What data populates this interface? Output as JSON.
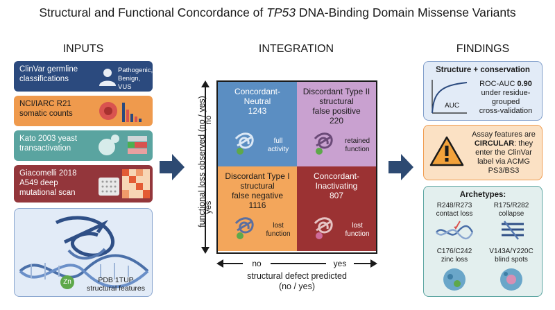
{
  "title": {
    "pre": "Structural and Functional Concordance of ",
    "gene": "TP53",
    "post": " DNA-Binding Domain Missense Variants"
  },
  "columns": {
    "inputs": "INPUTS",
    "integration": "INTEGRATION",
    "findings": "FINDINGS"
  },
  "inputs": {
    "clinvar": {
      "line1": "ClinVar germline",
      "line2": "classifications",
      "side1": "Pathogenic,",
      "side2": "Benign, VUS"
    },
    "iarc": {
      "line1": "NCI/IARC R21",
      "line2": "somatic counts"
    },
    "kato": {
      "line1": "Kato 2003 yeast",
      "line2": "transactivation"
    },
    "giacomelli": {
      "line1": "Giacomelli 2018",
      "line2": "A549 deep",
      "line3": "mutational scan"
    },
    "structure": {
      "zn": "Zn",
      "line1": "PDB 1TUP",
      "line2": "structural features"
    }
  },
  "matrix": {
    "y_label": "functional loss observed (no / yes)",
    "y_no": "no",
    "y_yes": "yes",
    "x_no": "no",
    "x_yes": "yes",
    "x_label1": "structural defect predicted",
    "x_label2": "(no / yes)",
    "quadrants": {
      "cn": {
        "l1": "Concordant-",
        "l2": "Neutral",
        "num": "1243",
        "s1": "full",
        "s2": "activity"
      },
      "d2": {
        "l1": "Discordant Type II",
        "l2": "structural",
        "l3": "false positive",
        "num": "220",
        "s1": "retained",
        "s2": "function"
      },
      "d1": {
        "l1": "Discordant Type I",
        "l2": "structural",
        "l3": "false negative",
        "num": "1116",
        "s1": "lost",
        "s2": "function"
      },
      "ci": {
        "l1": "Concordant-",
        "l2": "Inactivating",
        "num": "807",
        "s1": "lost",
        "s2": "function"
      }
    }
  },
  "findings": {
    "roc": {
      "heading": "Structure + conservation",
      "auc": "AUC",
      "l1a": "ROC-AUC ",
      "l1b": "0.90",
      "l2": "under residue-",
      "l3": "grouped",
      "l4": "cross-validation"
    },
    "warn": {
      "l1": "Assay features are",
      "l2a": "CIRCULAR",
      "l2b": ": they",
      "l3": "enter the ClinVar",
      "l4": "label via ACMG",
      "l5": "PS3/BS3"
    },
    "arch": {
      "heading": "Archetypes:",
      "a1": {
        "l1": "R248/R273",
        "l2": "contact loss"
      },
      "a2": {
        "l1": "R175/R282",
        "l2": "collapse"
      },
      "a3": {
        "l1": "C176/C242",
        "l2": "zinc loss"
      },
      "a4": {
        "l1": "V143A/Y220C",
        "l2": "blind spots"
      }
    }
  },
  "colors": {
    "navy": "#2b4a7e",
    "orange": "#ef9a4d",
    "teal": "#5aa4a0",
    "maroon": "#93363b",
    "blue_q": "#5b8ec2",
    "purple_q": "#c9a1d0",
    "orange_q": "#f3a65b",
    "red_q": "#9b3233",
    "arrow": "#2d4a72"
  }
}
